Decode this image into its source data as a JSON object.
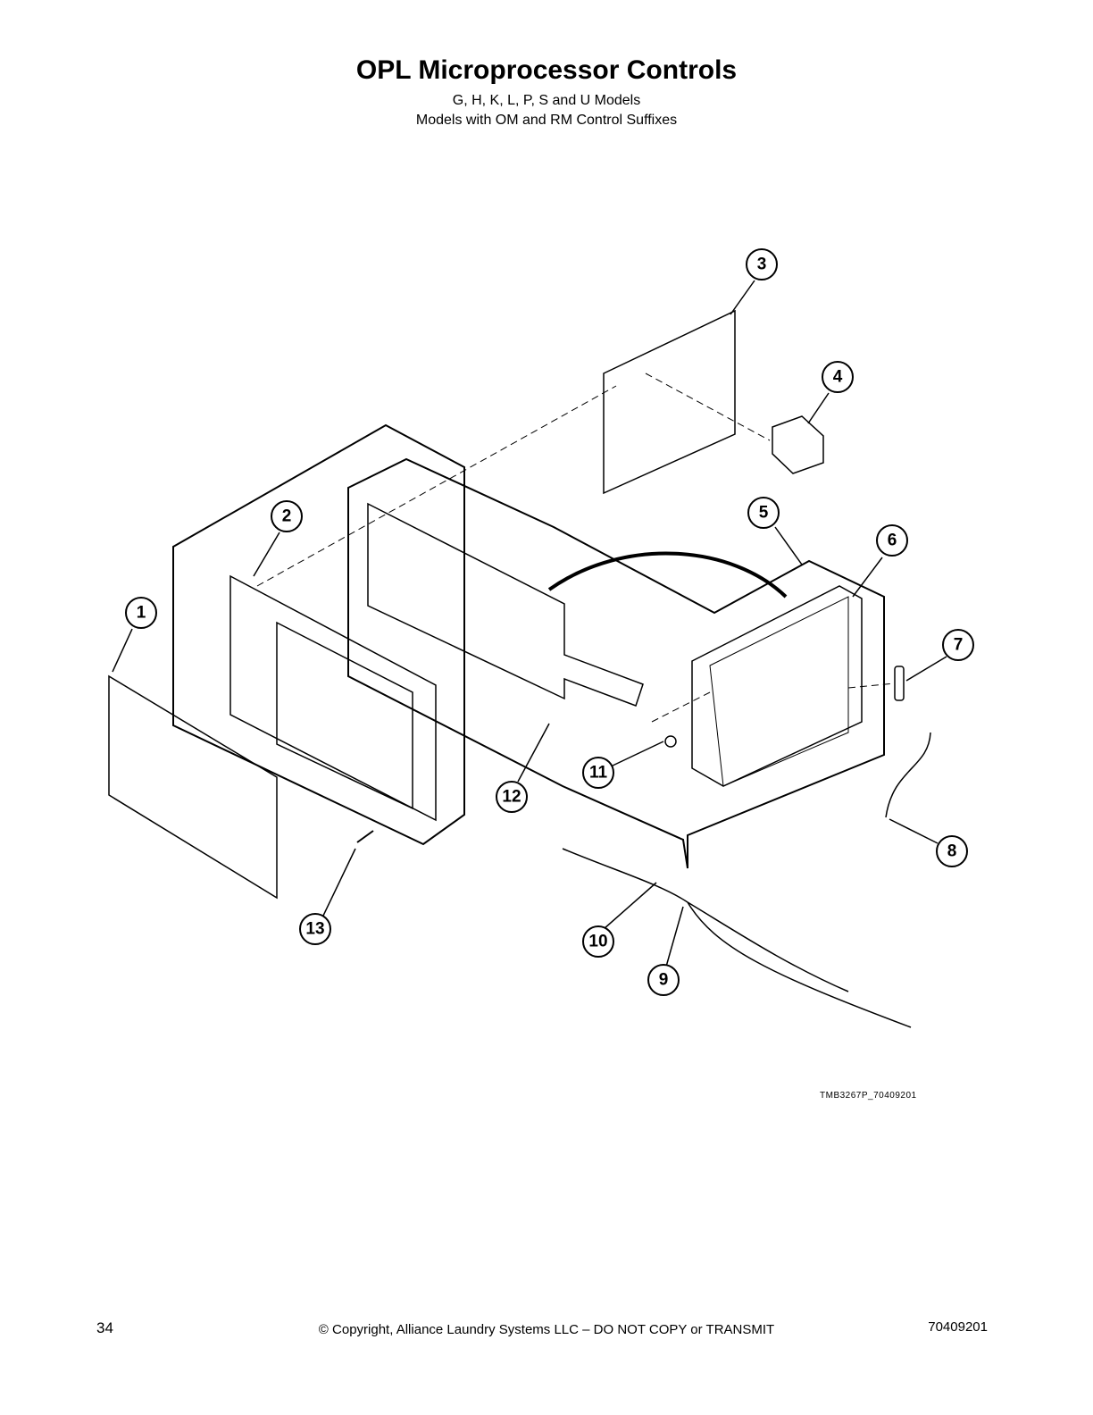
{
  "page": {
    "title": "OPL Microprocessor Controls",
    "subtitle_1": "G, H, K, L, P, S and U Models",
    "subtitle_2": "Models with OM and RM Control Suffixes",
    "drawing_ref": "TMB3267P_70409201",
    "page_number": "34",
    "copyright": "© Copyright, Alliance Laundry Systems LLC – DO NOT COPY or TRANSMIT",
    "doc_number": "70409201"
  },
  "callouts": [
    "1",
    "2",
    "3",
    "4",
    "5",
    "6",
    "7",
    "8",
    "9",
    "10",
    "11",
    "12",
    "13"
  ]
}
